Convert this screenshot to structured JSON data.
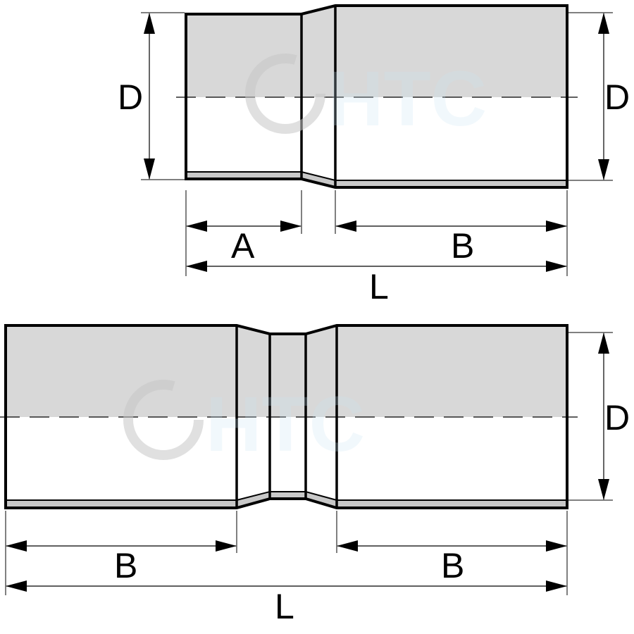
{
  "colors": {
    "stroke": "#000000",
    "fill_top": "#d8d8d8",
    "fill_bottom": "#ffffff",
    "wall": "#c8c8c8",
    "watermark": "#c7e2f1"
  },
  "watermark": "HTC",
  "top_figure": {
    "label_d_left": "D",
    "label_d_right": "D",
    "label_a": "A",
    "label_b": "B",
    "label_l": "L"
  },
  "bottom_figure": {
    "label_b_left": "B",
    "label_b_right": "B",
    "label_d": "D",
    "label_l": "L"
  }
}
